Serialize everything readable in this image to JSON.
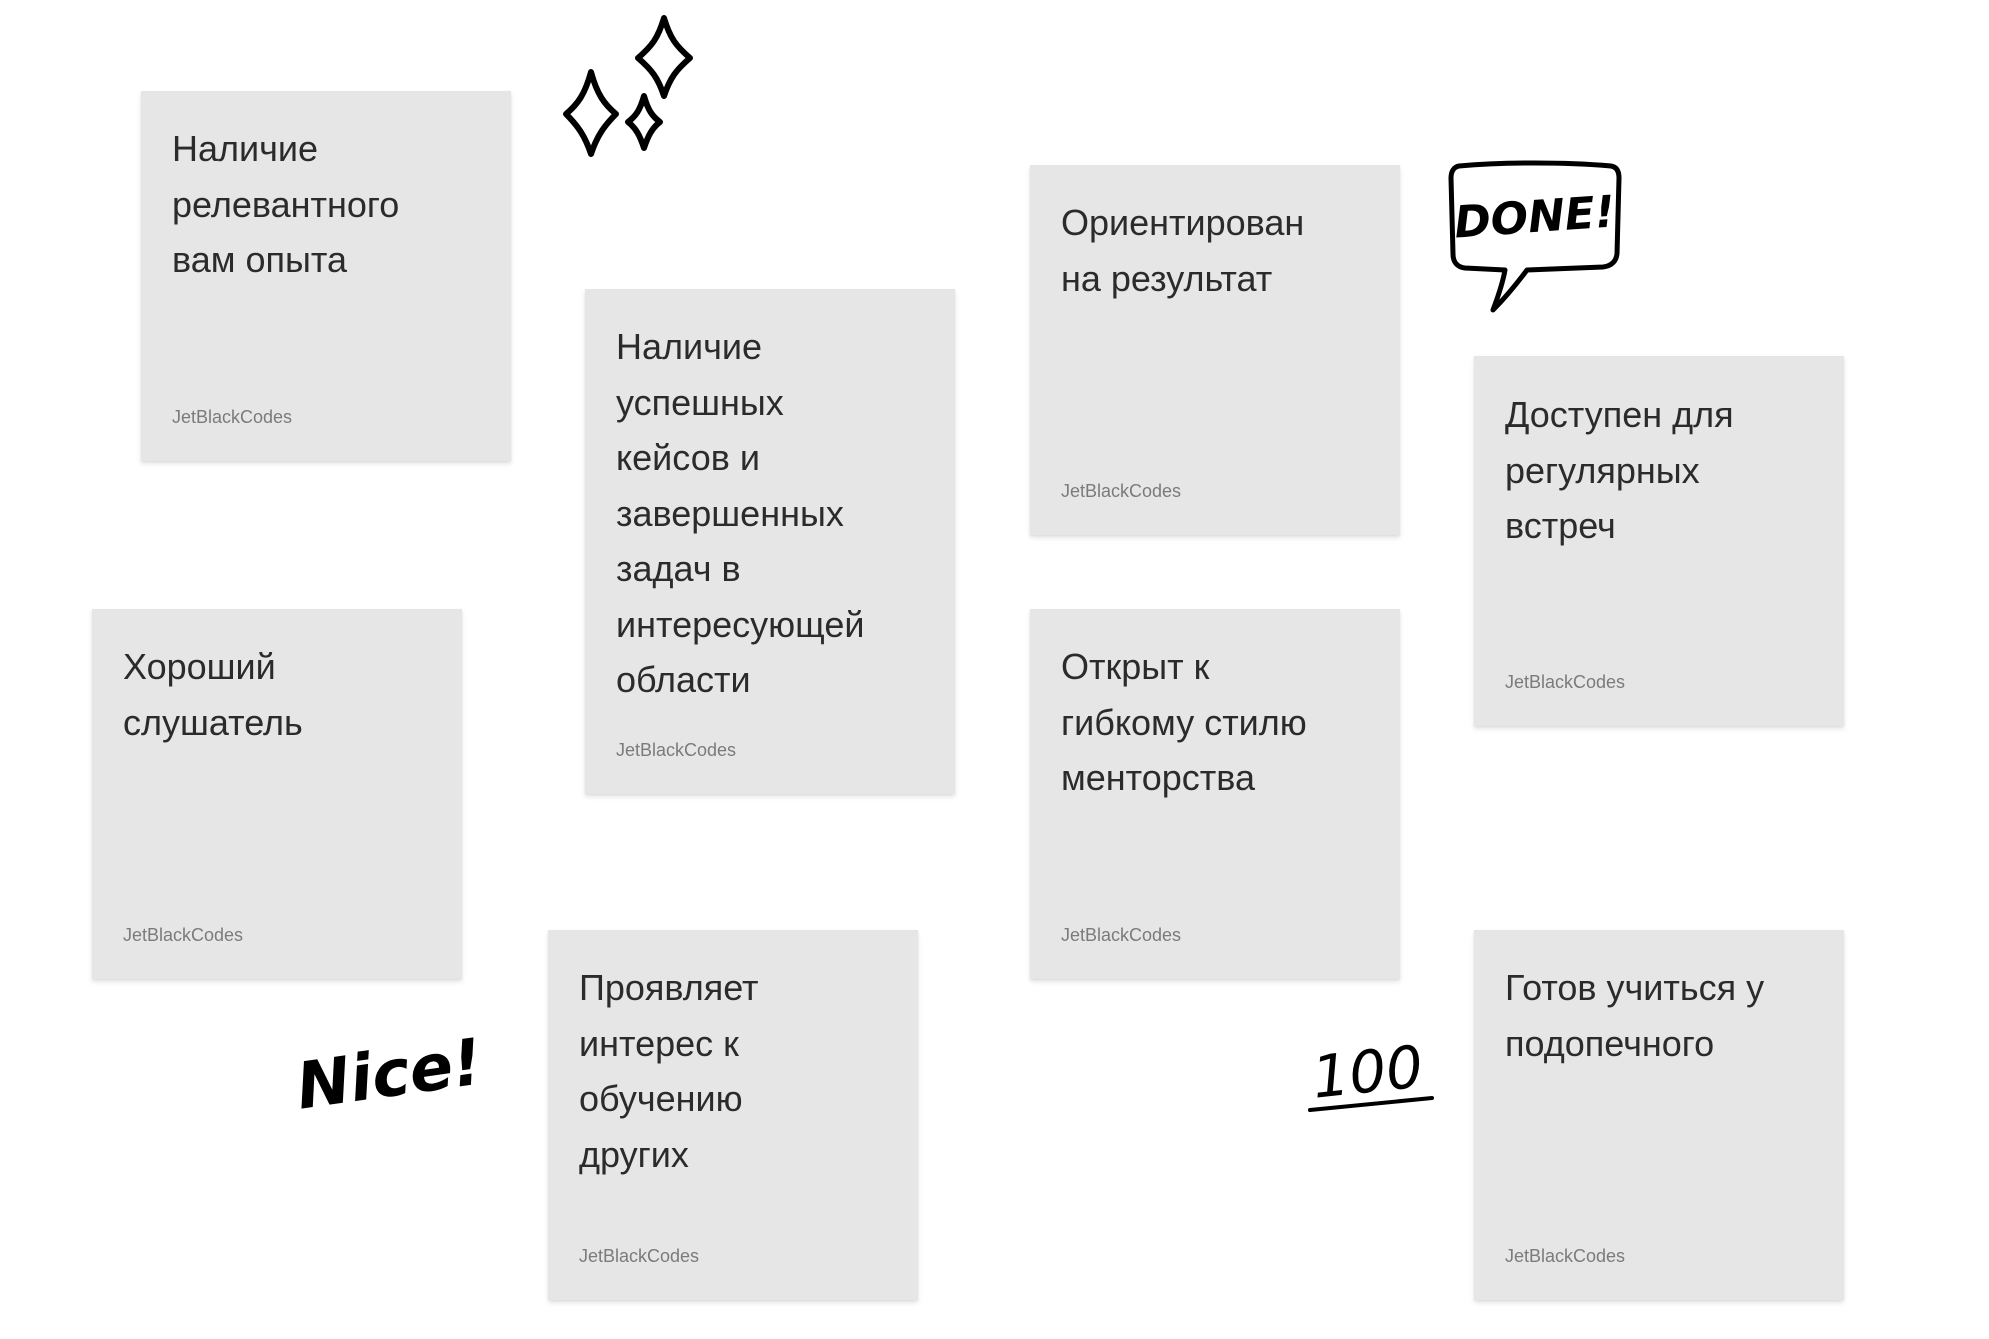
{
  "board": {
    "notes": [
      {
        "text": " Наличие\nрелевантного\nвам опыта",
        "author": "JetBlackCodes"
      },
      {
        "text": "Наличие\nуспешных\nкейсов и\nзавершенных\nзадач в\nинтересующей\nобласти",
        "author": "JetBlackCodes"
      },
      {
        "text": "Ориентирован\nна результат",
        "author": "JetBlackCodes"
      },
      {
        "text": "Доступен для\nрегулярных\nвстреч",
        "author": "JetBlackCodes"
      },
      {
        "text": "Хороший\nслушатель",
        "author": "JetBlackCodes"
      },
      {
        "text": "Открыт к\nгибкому стилю\nменторства",
        "author": "JetBlackCodes"
      },
      {
        "text": "Проявляет\nинтерес к\nобучению\nдругих",
        "author": "JetBlackCodes"
      },
      {
        "text": "Готов учиться у\nподопечного",
        "author": "JetBlackCodes"
      }
    ],
    "stickers": {
      "done": "DONE!",
      "nice": "Nice!",
      "hundred": "100",
      "sparkles_icon": "sparkles-icon"
    },
    "colors": {
      "note_background": "#e6e6e6",
      "note_text": "#2b2b2b",
      "author_text": "#7b7b7b",
      "sticker_ink": "#000000"
    }
  }
}
